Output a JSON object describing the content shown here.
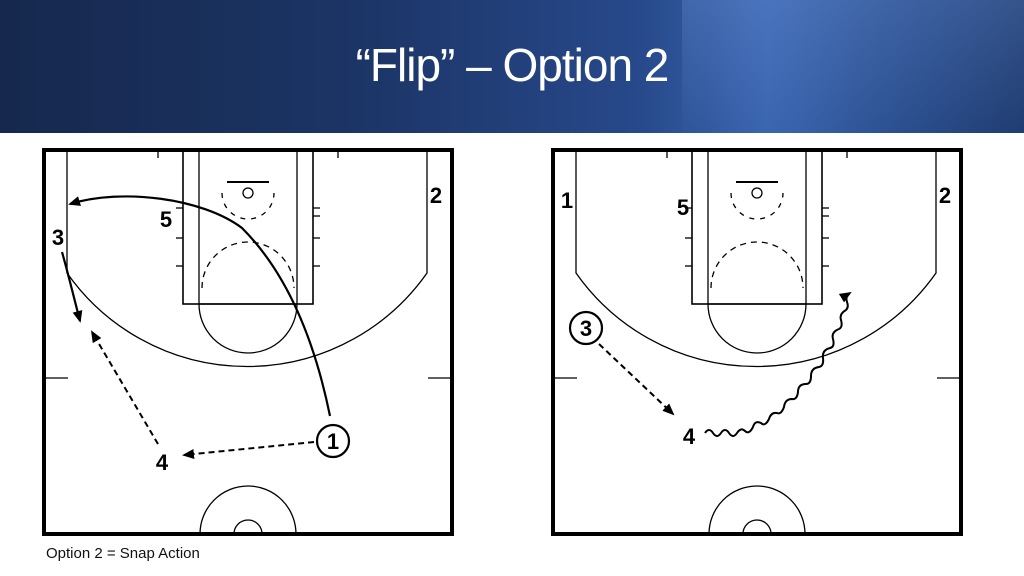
{
  "title": "“Flip” – Option 2",
  "caption": "Option 2 = Snap Action",
  "colors": {
    "banner_dark": "#16284d",
    "banner_light": "#3a66b0",
    "ink": "#000000"
  },
  "diagram_left": {
    "players": {
      "p1": "1",
      "p2": "2",
      "p3": "3",
      "p4": "4",
      "p5": "5"
    }
  },
  "diagram_right": {
    "players": {
      "p1": "1",
      "p2": "2",
      "p3": "3",
      "p4": "4",
      "p5": "5"
    }
  }
}
